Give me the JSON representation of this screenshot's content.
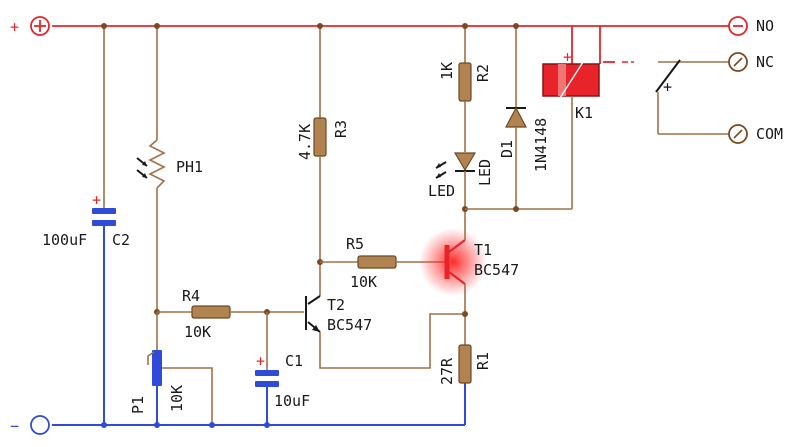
{
  "terminals": {
    "positive": "+",
    "negative": "−",
    "no": "NO",
    "nc": "NC",
    "com": "COM"
  },
  "components": {
    "r1": {
      "ref": "R1",
      "value": "27R"
    },
    "r2": {
      "ref": "R2",
      "value": "1K"
    },
    "r3": {
      "ref": "R3",
      "value": "4.7K"
    },
    "r4": {
      "ref": "R4",
      "value": "10K"
    },
    "r5": {
      "ref": "R5",
      "value": "10K"
    },
    "c1": {
      "ref": "C1",
      "value": "10uF",
      "polarity": "+"
    },
    "c2": {
      "ref": "C2",
      "value": "100uF",
      "polarity": "+"
    },
    "p1": {
      "ref": "P1",
      "value": "10K"
    },
    "ph1": {
      "ref": "PH1"
    },
    "t1": {
      "ref": "T1",
      "type": "BC547"
    },
    "t2": {
      "ref": "T2",
      "type": "BC547"
    },
    "d1": {
      "ref": "D1",
      "type": "1N4148"
    },
    "led": {
      "ref": "LED",
      "label": "LED"
    },
    "k1": {
      "ref": "K1",
      "coil_polarity": "+",
      "contact_polarity": "+"
    }
  },
  "colors": {
    "positive_rail": "#e8242a",
    "negative_rail": "#2f4bd8",
    "wire": "#a0714a",
    "resistor_body": "#b08350",
    "capacitor": "#2f4bd8",
    "relay_body": "#e8242a",
    "t1_glow": "#ff2020"
  }
}
